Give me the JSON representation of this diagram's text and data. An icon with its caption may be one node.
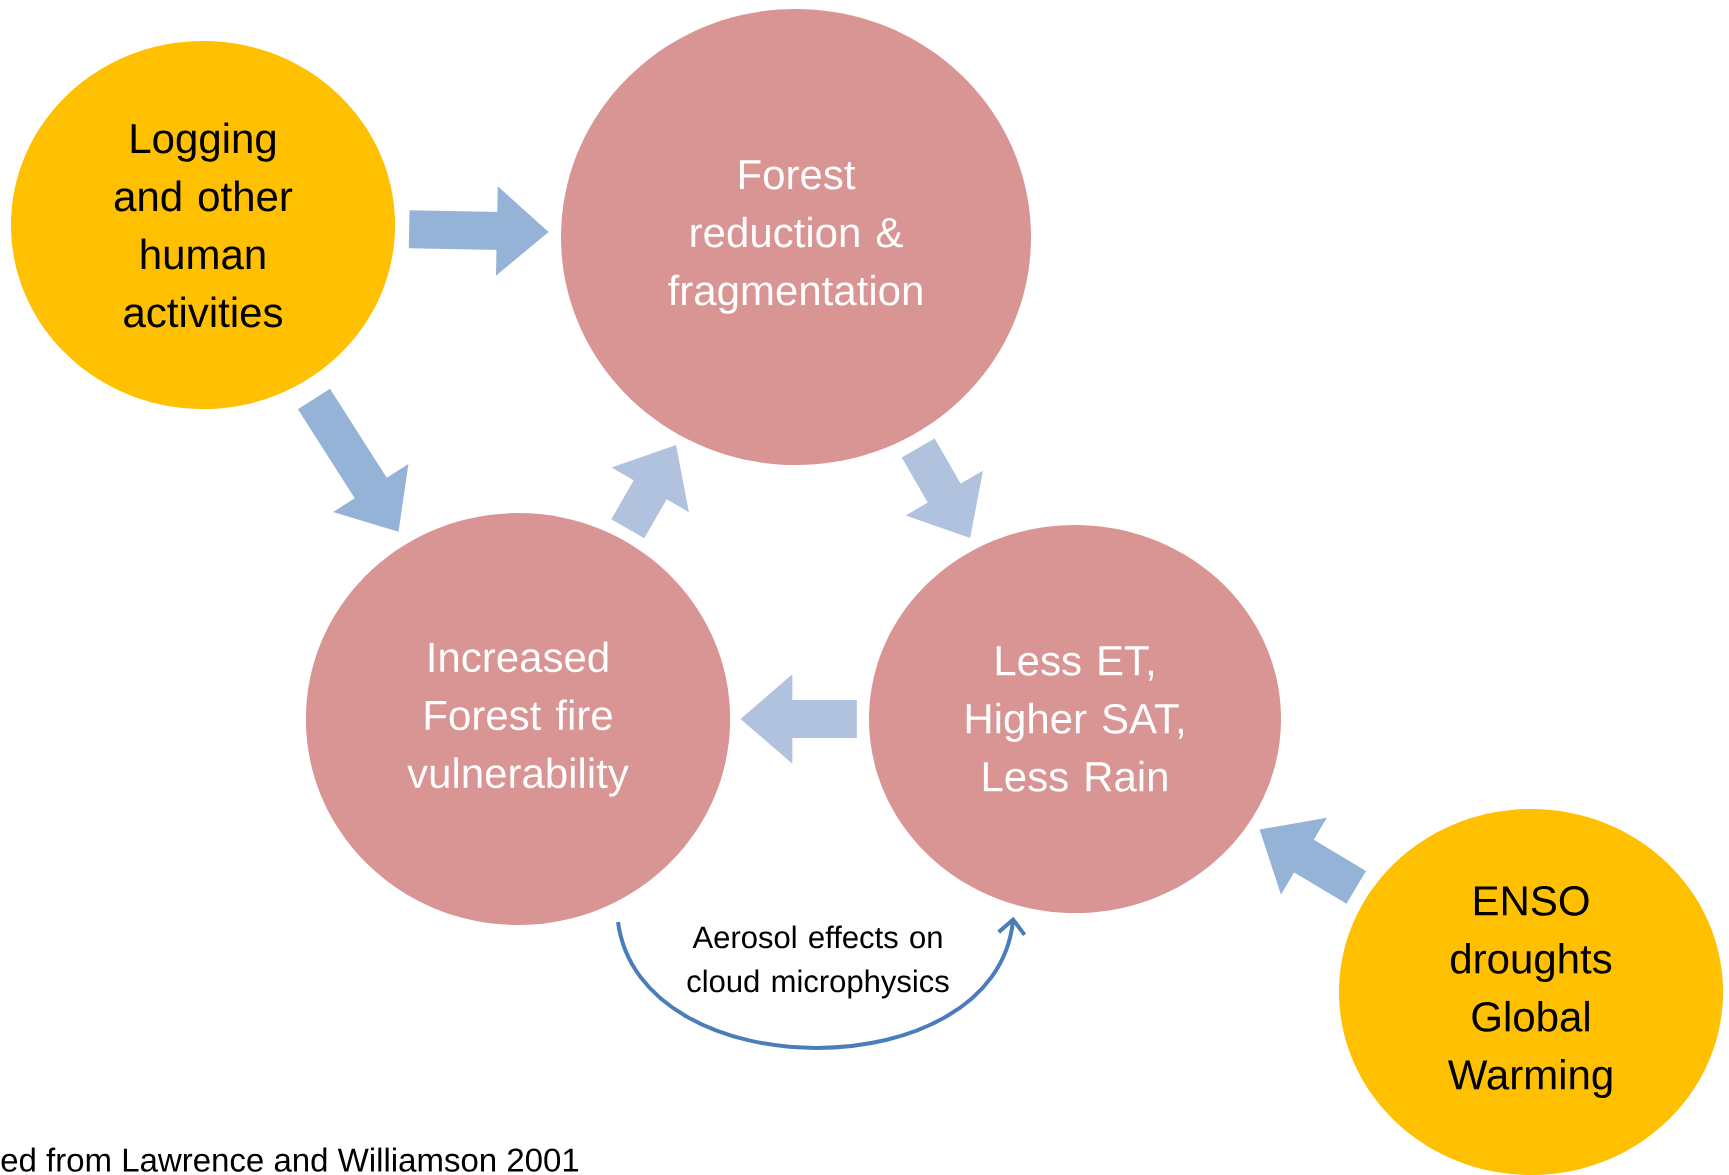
{
  "diagram": {
    "nodes": [
      {
        "text": [
          "Logging and other human activities"
        ]
      },
      {
        "text": [
          "Forest reduction & fragmentation"
        ]
      },
      {
        "text": [
          "Increased Forest fire vulnerability"
        ]
      },
      {
        "text": [
          "Less ET, Higher SAT, Less Rain"
        ]
      },
      {
        "text": [
          "ENSO droughts Global Warming"
        ]
      }
    ],
    "edges": [
      {
        "from": 0,
        "to": 1,
        "arrow": "to"
      },
      {
        "from": 0,
        "to": 2,
        "arrow": "to"
      },
      {
        "from": 2,
        "to": 1,
        "arrow": "to",
        "color": "#b0c2de"
      },
      {
        "from": 1,
        "to": 3,
        "arrow": "to",
        "color": "#b0c2de"
      },
      {
        "from": 3,
        "to": 2,
        "arrow": "to",
        "color": "#b0c2de"
      },
      {
        "from": 4,
        "to": 3,
        "arrow": "to"
      },
      {
        "from": 2,
        "to": 3,
        "arrow": "to",
        "label": "Aerosol effects on cloud microphysics",
        "color": "#4a7ebb"
      }
    ],
    "labels": [
      "ed from Lawrence and Williamson 2001"
    ]
  }
}
